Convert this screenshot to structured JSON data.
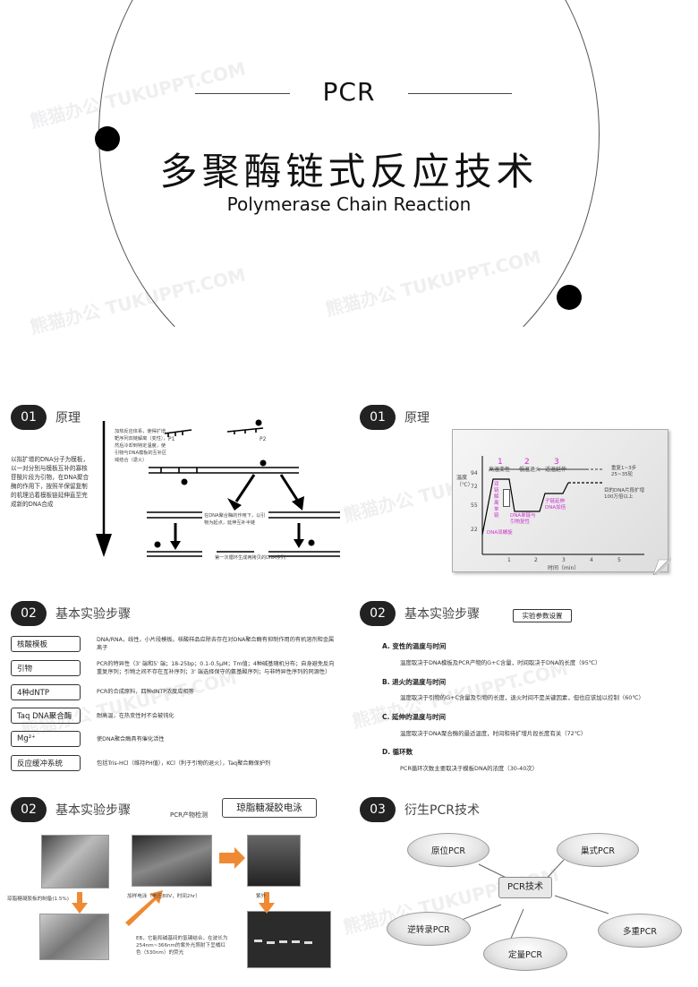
{
  "watermark": "熊猫办公 TUKUPPT.COM",
  "cover": {
    "acronym": "PCR",
    "title_zh": "多聚酶链式反应技术",
    "title_en": "Polymerase Chain Reaction"
  },
  "s1": {
    "badge": "01",
    "title": "原理",
    "text": "以拟扩增的DNA分子为模板，以一对分别与模板互补的寡核苷酸片段为引物，在DNA聚合酶的作用下，按照半保留复制的机理沿着模板链延伸直至完成新的DNA合成",
    "p1": "P1",
    "p2": "P2",
    "note1": "加热反应体系，使得扩增靶序列双链解离（变性），然后冷却到特定温度，使引物与DNA模板的互补区域结合（退火）",
    "note2": "在DNA聚合酶的作用下，以引物为起点，延伸互补半链",
    "note3": "第一次循环生成两拷贝的DNA序列"
  },
  "s2": {
    "badge": "01",
    "title": "原理",
    "ylabel": "温度（℃）",
    "xlabel": "时间（min）",
    "y_ticks": [
      "94",
      "72",
      "55",
      "22"
    ],
    "x_ticks": [
      "1",
      "2",
      "3",
      "4",
      "5"
    ],
    "step_nums": [
      "1",
      "2",
      "3"
    ],
    "step_labels": [
      "高温变性",
      "低温退火",
      "适温延伸"
    ],
    "pink1": "双链解离单链",
    "pink2": "DNA单链与引物复性",
    "pink3": "子链延伸DNA加倍",
    "pink4": "DNA双螺旋",
    "repeat": "重复1~3步25~35轮",
    "result": "目的DNA片段扩增100万倍以上"
  },
  "s3": {
    "badge": "02",
    "title": "基本实验步骤",
    "steps": [
      {
        "label": "核酸模板",
        "desc": "DNA/RNA，线性，小片段模板。核酸样品应除去存在对DNA聚合酶有抑制作用的有机溶剂和金属离子"
      },
      {
        "label": "引物",
        "desc": "PCR的特异性（3' 端和5' 端；18-25bp；0.1-0.5μM；Tm值；4种碱基随机分布；自身避免反向重复序列；引物之间不存在互补序列；3' 端选择保守的氨基酸序列；与非特异性序列的同源性）"
      },
      {
        "label": "4种dNTP",
        "desc": "PCR的合成原料，四种dNTP浓度应相等"
      },
      {
        "label": "Taq DNA聚合酶",
        "desc": "耐高温，在热变性时不会被钝化"
      },
      {
        "label": "Mg²⁺",
        "desc": "使DNA聚合酶具有催化活性"
      },
      {
        "label": "反应缓冲系统",
        "desc": "包括Tris-HCl（维持PH值），KCl（利于引物的退火），Taq聚合酶保护剂"
      }
    ]
  },
  "s4": {
    "badge": "02",
    "title": "基本实验步骤",
    "tag": "实验参数设置",
    "items": [
      {
        "head": "A. 变性的温度与时间",
        "text": "温度取决于DNA模板及PCR产物的G+C含量，时间取决于DNA的长度（95℃）"
      },
      {
        "head": "B. 退火的温度与时间",
        "text": "温度取决于引物的G+C含量及引物的长度，退火时间不是关键因素，但也应该加以控制（60℃）"
      },
      {
        "head": "C. 延伸的温度与时间",
        "text": "温度取决于DNA聚合酶的最适温度，时间和待扩增片段长度有关（72℃）"
      },
      {
        "head": "D. 循环数",
        "text": "PCR循环次数主要取决于模板DNA的浓度（30-40次）"
      }
    ]
  },
  "s5": {
    "badge": "02",
    "title": "基本实验步骤",
    "sub": "PCR产物检测",
    "tag": "琼脂糖凝胶电泳",
    "cap1": "琼脂糖凝胶板的制备(1.5%)",
    "cap2": "加样电泳（电压80V，时间2hr）",
    "cap3": "紫外",
    "cap4": "EB，它能和碱基间的氢键结合，在波长为254nm~366nm的紫外光照射下呈橘红色（530nm）的荧光"
  },
  "s6": {
    "badge": "03",
    "title": "衍生PCR技术",
    "center": "PCR技术",
    "nodes": [
      "原位PCR",
      "巢式PCR",
      "逆转录PCR",
      "多重PCR",
      "定量PCR"
    ]
  },
  "colors": {
    "accent": "#222222",
    "pink": "#cc33cc",
    "panel": "#eeeeee"
  }
}
